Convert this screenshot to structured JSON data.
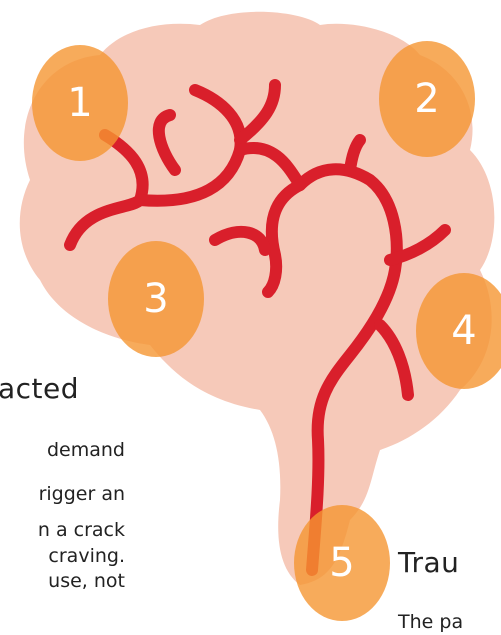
{
  "colors": {
    "background": "#ffffff",
    "brain_fill": "#f6c9b9",
    "vessel": "#d91f2b",
    "badge": "#f59632",
    "badge_text": "#ffffff",
    "text": "#222222"
  },
  "diagram": {
    "illustration": "brain-with-blood-vessels-icon",
    "badges": [
      {
        "label": "1"
      },
      {
        "label": "2"
      },
      {
        "label": "3"
      },
      {
        "label": "4"
      },
      {
        "label": "5"
      }
    ]
  },
  "left_section": {
    "heading": "acted",
    "lines": [
      "demand",
      "rigger an",
      "n a crack",
      "craving.",
      "use, not"
    ]
  },
  "right_section": {
    "heading": "Trau",
    "body_start": "The pa"
  }
}
